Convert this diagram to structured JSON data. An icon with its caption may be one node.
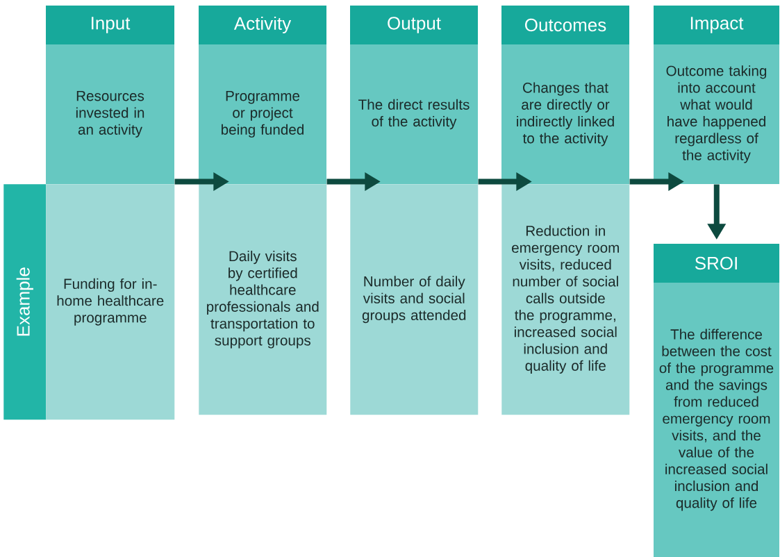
{
  "diagram": {
    "nodes": [
      {
        "text": [
          "Input",
          "Resources invested in an activity"
        ]
      },
      {
        "text": [
          "Activity",
          "Programme or project being funded"
        ]
      },
      {
        "text": [
          "Output",
          "The direct results of the activity"
        ]
      },
      {
        "text": [
          "Outcomes",
          "Changes that are directly or indirectly linked to the activity"
        ]
      },
      {
        "text": [
          "Impact",
          "Outcome taking into account what would have happened regardless of the activity"
        ]
      },
      {
        "text": [
          "Example"
        ]
      },
      {
        "text": [
          "Funding for in-home healthcare programme"
        ]
      },
      {
        "text": [
          "Daily visits by certified healthcare professionals and transportation to support groups"
        ]
      },
      {
        "text": [
          "Number of daily visits and social groups attended"
        ]
      },
      {
        "text": [
          "Reduction in emergency room visits, reduced number of social calls outside the programme, increased social inclusion and quality of life"
        ]
      },
      {
        "text": [
          "SROI",
          "The difference between the cost of the programme and the savings from reduced emergency room visits, and the value of the increased social inclusion and quality of life"
        ]
      }
    ],
    "edges": [
      {
        "from": 0,
        "to": 1,
        "arrow": "to"
      },
      {
        "from": 1,
        "to": 2,
        "arrow": "to"
      },
      {
        "from": 2,
        "to": 3,
        "arrow": "to"
      },
      {
        "from": 3,
        "to": 4,
        "arrow": "to"
      },
      {
        "from": 4,
        "to": 10,
        "arrow": "to"
      }
    ]
  }
}
